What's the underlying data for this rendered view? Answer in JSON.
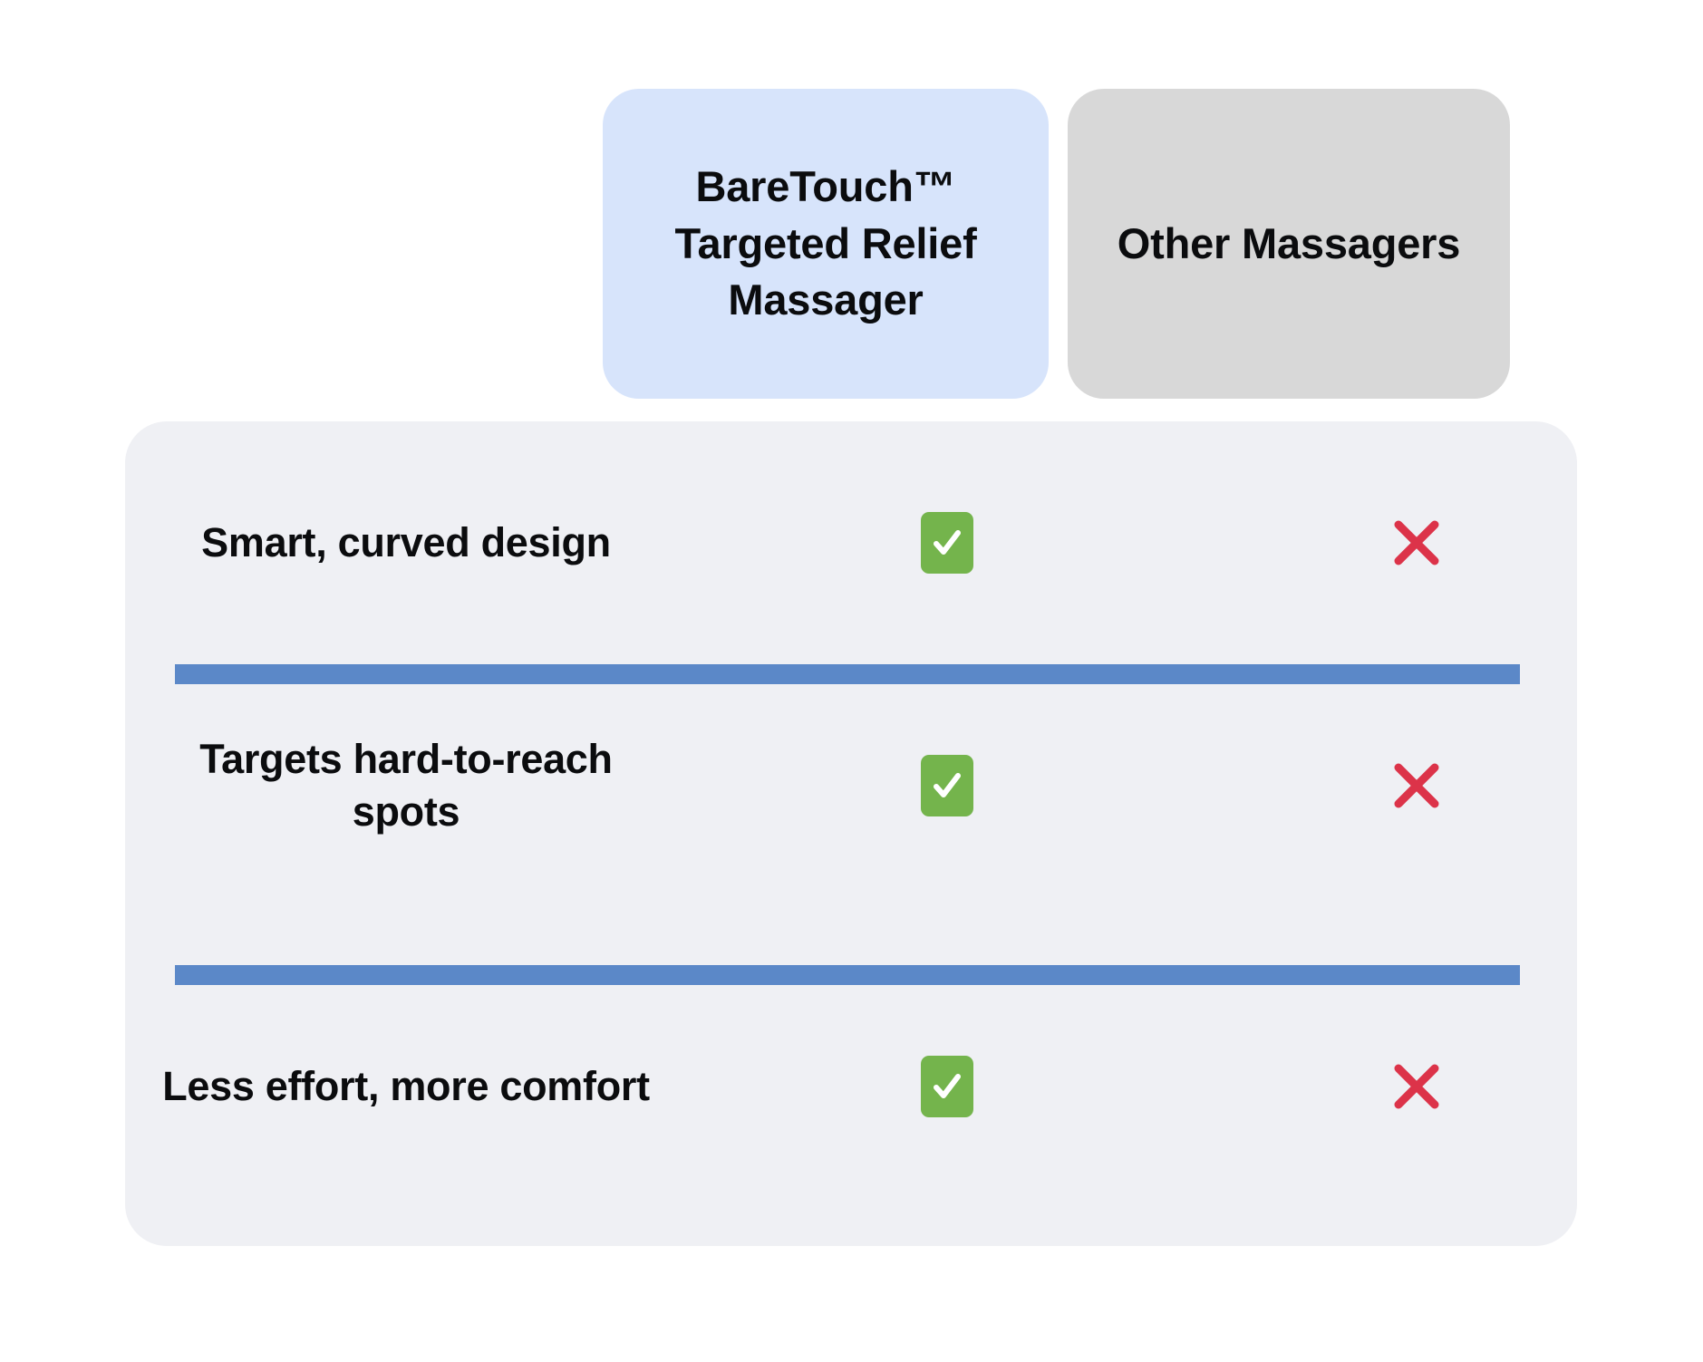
{
  "comparison": {
    "columns": [
      {
        "id": "primary",
        "label": "BareTouch™ Targeted Relief Massager",
        "background": "#d7e4fb"
      },
      {
        "id": "secondary",
        "label": "Other Massagers",
        "background": "#d8d8d8"
      }
    ],
    "rows": [
      {
        "feature": "Smart, curved design",
        "primary": {
          "value": "yes",
          "icon": "check-icon"
        },
        "secondary": {
          "value": "no",
          "icon": "cross-icon"
        }
      },
      {
        "feature": "Targets hard-to-reach spots",
        "primary": {
          "value": "yes",
          "icon": "check-icon"
        },
        "secondary": {
          "value": "no",
          "icon": "cross-icon"
        }
      },
      {
        "feature": "Less effort, more comfort",
        "primary": {
          "value": "yes",
          "icon": "check-icon"
        },
        "secondary": {
          "value": "no",
          "icon": "cross-icon"
        }
      }
    ],
    "colors": {
      "panel_background": "#eff0f4",
      "divider": "#5b88c8",
      "check": "#74b44c",
      "check_mark": "#ffffff",
      "cross": "#dc3349",
      "text": "#0b0c0e",
      "page_background": "#ffffff"
    }
  }
}
